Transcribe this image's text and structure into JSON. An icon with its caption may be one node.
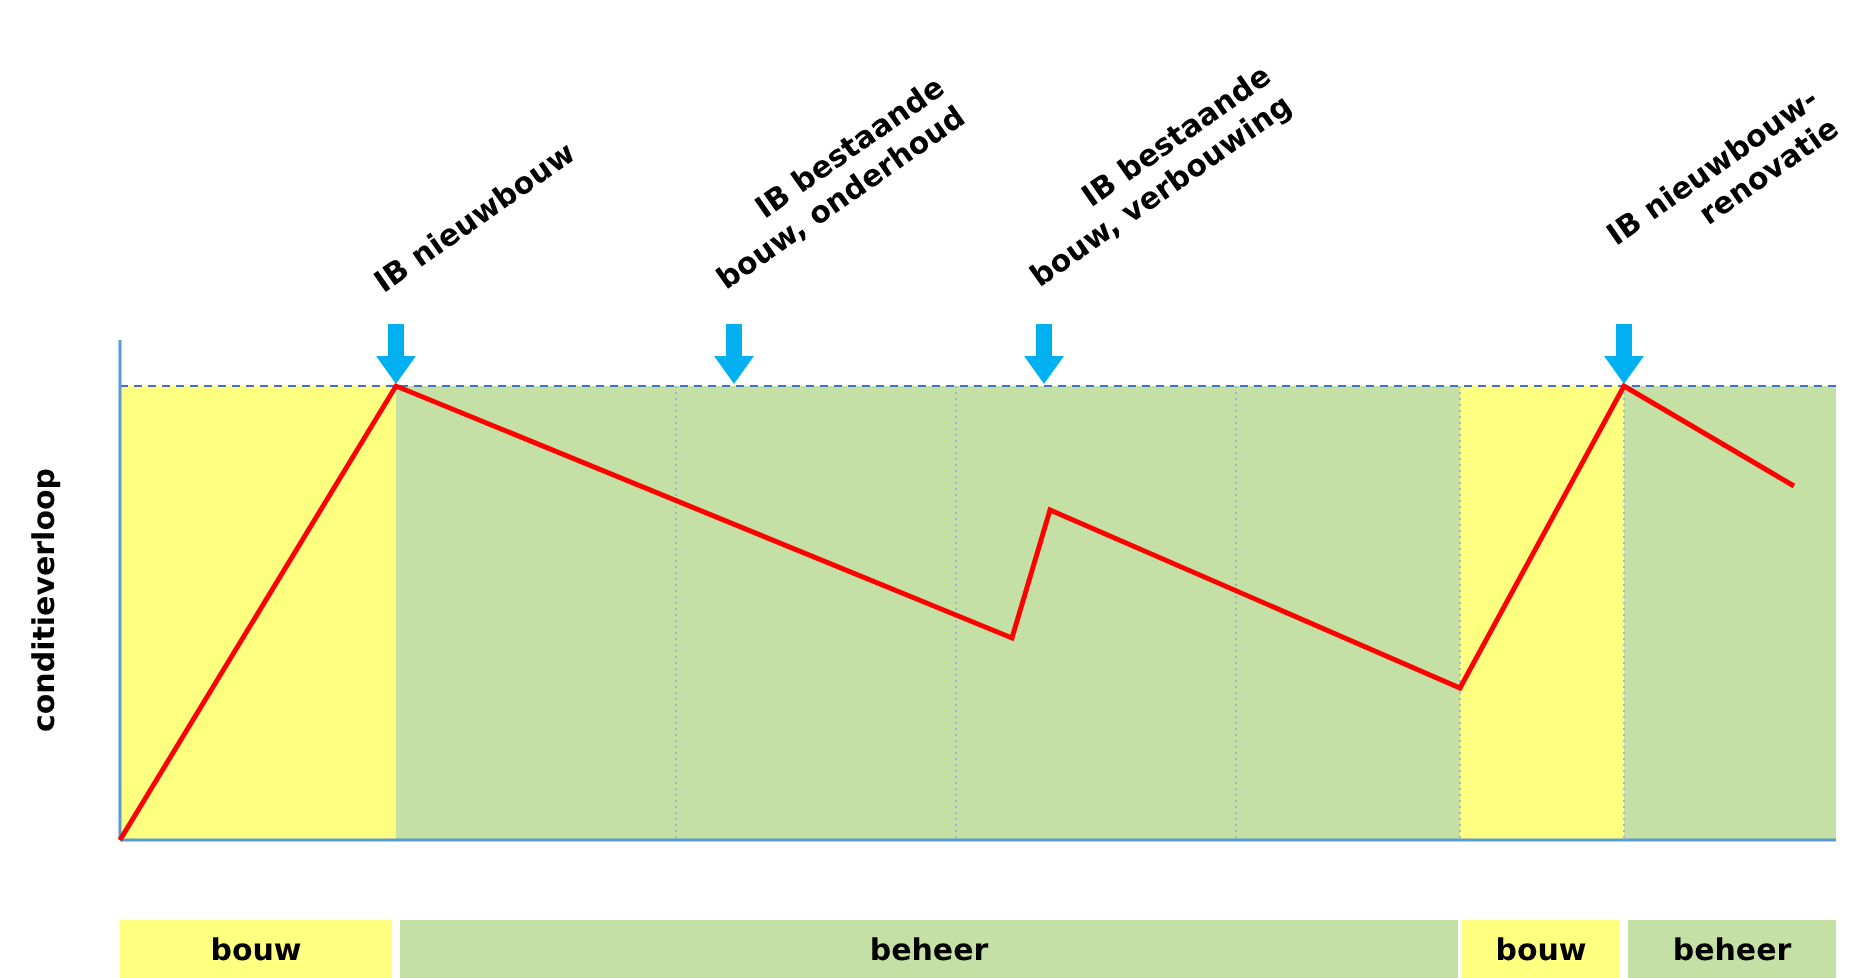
{
  "diagram": {
    "nodes": [
      {
        "text": [
          "IB nieuwbouw"
        ]
      },
      {
        "text": [
          "IB bestaande bouw, onderhoud"
        ]
      },
      {
        "text": [
          "IB bestaande bouw, verbouwing"
        ]
      },
      {
        "text": [
          "IB nieuwbouw-renovatie"
        ]
      },
      {
        "text": [
          "bouw"
        ]
      },
      {
        "text": [
          "beheer"
        ]
      },
      {
        "text": [
          "bouw"
        ]
      },
      {
        "text": [
          "beheer"
        ]
      }
    ],
    "labels": [
      "conditieverloop"
    ]
  }
}
